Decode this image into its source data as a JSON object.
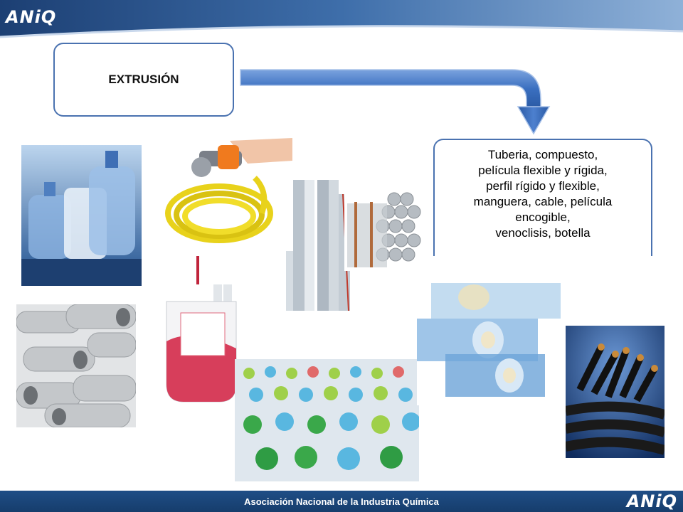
{
  "header": {
    "logo_text": "ANiQ"
  },
  "footer": {
    "text": "Asociación Nacional de la Industria Química",
    "logo_text": "ANiQ"
  },
  "title_box": {
    "label": "EXTRUSIÓN"
  },
  "result_box": {
    "lines": [
      "Tuberia, compuesto,",
      "película flexible y rígida,",
      " perfil rígido y flexible,",
      "manguera, cable, película",
      "encogible,",
      "venoclisis, botella"
    ]
  },
  "colors": {
    "header_blue": "#2b5c98",
    "box_border": "#4a72b0",
    "arrow_blue": "#3a6fc0",
    "footer_blue": "#1f4e86"
  }
}
